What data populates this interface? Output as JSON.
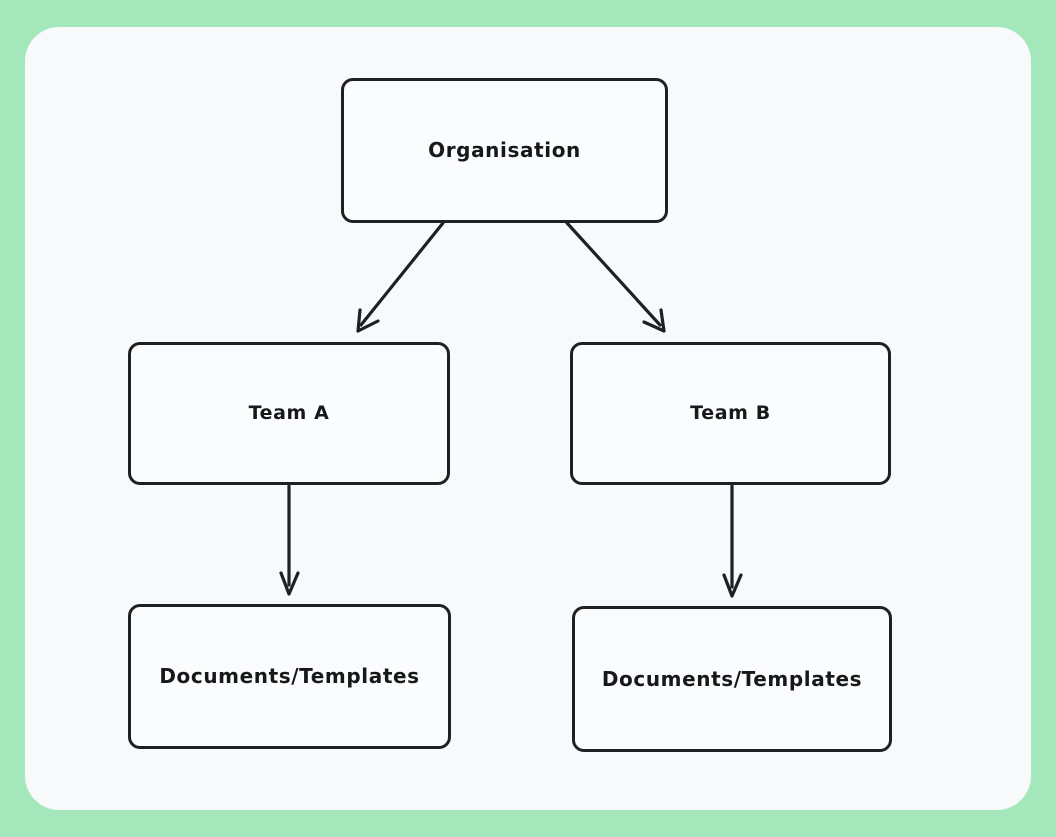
{
  "canvas": {
    "background_color": "#a3e7bb",
    "board_color": "#f7f9fb"
  },
  "diagram": {
    "type": "org-hierarchy-flowchart",
    "stroke_color": "#1e2022",
    "text_color": "#16181a",
    "nodes": [
      {
        "id": "organisation",
        "label": "Organisation"
      },
      {
        "id": "team-a",
        "label": "Team A"
      },
      {
        "id": "team-b",
        "label": "Team B"
      },
      {
        "id": "docs-a",
        "label": "Documents/Templates"
      },
      {
        "id": "docs-b",
        "label": "Documents/Templates"
      }
    ],
    "edges": [
      {
        "from": "organisation",
        "to": "team-a",
        "style": "diagonal-arrow"
      },
      {
        "from": "organisation",
        "to": "team-b",
        "style": "diagonal-arrow"
      },
      {
        "from": "team-a",
        "to": "docs-a",
        "style": "vertical-arrow"
      },
      {
        "from": "team-b",
        "to": "docs-b",
        "style": "vertical-arrow"
      }
    ]
  }
}
